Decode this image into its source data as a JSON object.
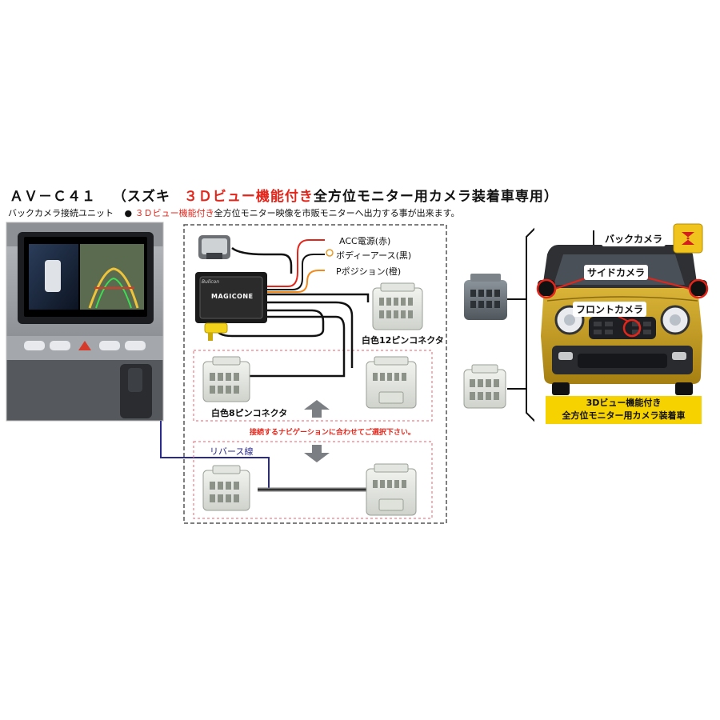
{
  "header": {
    "model": "ＡＶ－Ｃ４１",
    "paren_open": "（スズキ",
    "highlight": "３Ｄビュー機能付き",
    "rest": "全方位モニター用カメラ装着車専用）"
  },
  "subtitle": {
    "unit_name": "バックカメラ接続ユニット",
    "bullet": "●",
    "highlight": "３Ｄビュー機能付き",
    "rest": "全方位モニター映像を市販モニターへ出力する事が出来ます。"
  },
  "device": {
    "brand": "Bullcon",
    "name": "MAGICONE"
  },
  "wires": {
    "acc": "ACC電源(赤)",
    "body_earth": "ボディーアース(黒)",
    "p_position": "Pポジション(橙)"
  },
  "connectors": {
    "white12": "白色12ピンコネクタ",
    "white8": "白色8ピンコネクタ"
  },
  "selection_note": "接続するナビゲーションに合わせてご選択下さい。",
  "reverse_wire": "リバース線",
  "car": {
    "back_camera": "バックカメラ",
    "side_camera": "サイドカメラ",
    "front_camera": "フロントカメラ",
    "banner_line1": "3Dビュー機能付き",
    "banner_line2": "全方位モニター用カメラ装着車"
  },
  "colors": {
    "accent_red": "#e3261b",
    "wire_red": "#e3261b",
    "wire_orange": "#f08a1c",
    "wire_navy": "#2a2a8c",
    "car_yellow": "#c9a21c",
    "banner_yellow": "#f5d200"
  }
}
